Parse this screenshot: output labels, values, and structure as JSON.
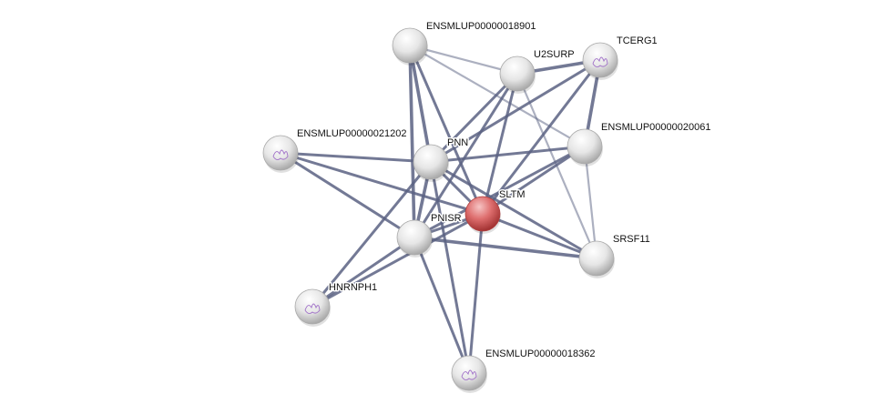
{
  "network": {
    "query_color": "#d9534f",
    "node_color": "#e8e8e8",
    "edge_color": "#5a6282",
    "nodes": [
      {
        "id": "ENSMLUP00000018901",
        "label": "ENSMLUP00000018901",
        "query": false,
        "structure": false
      },
      {
        "id": "U2SURP",
        "label": "U2SURP",
        "query": false,
        "structure": false
      },
      {
        "id": "TCERG1",
        "label": "TCERG1",
        "query": false,
        "structure": true
      },
      {
        "id": "ENSMLUP00000021202",
        "label": "ENSMLUP00000021202",
        "query": false,
        "structure": true
      },
      {
        "id": "PNN",
        "label": "PNN",
        "query": false,
        "structure": false
      },
      {
        "id": "ENSMLUP00000020061",
        "label": "ENSMLUP00000020061",
        "query": false,
        "structure": false
      },
      {
        "id": "SLTM",
        "label": "SLTM",
        "query": true,
        "structure": false
      },
      {
        "id": "PNISR",
        "label": "PNISR",
        "query": false,
        "structure": false
      },
      {
        "id": "SRSF11",
        "label": "SRSF11",
        "query": false,
        "structure": false
      },
      {
        "id": "HNRNPH1",
        "label": "HNRNPH1",
        "query": false,
        "structure": true
      },
      {
        "id": "ENSMLUP00000018362",
        "label": "ENSMLUP00000018362",
        "query": false,
        "structure": true
      }
    ],
    "edges": [
      {
        "source": "ENSMLUP00000018901",
        "target": "PNN",
        "score": 0.9
      },
      {
        "source": "ENSMLUP00000018901",
        "target": "PNISR",
        "score": 0.9
      },
      {
        "source": "ENSMLUP00000018901",
        "target": "SLTM",
        "score": 0.8
      },
      {
        "source": "ENSMLUP00000018901",
        "target": "U2SURP",
        "score": 0.5
      },
      {
        "source": "ENSMLUP00000018901",
        "target": "ENSMLUP00000020061",
        "score": 0.5
      },
      {
        "source": "U2SURP",
        "target": "TCERG1",
        "score": 0.9
      },
      {
        "source": "U2SURP",
        "target": "PNN",
        "score": 0.8
      },
      {
        "source": "U2SURP",
        "target": "PNISR",
        "score": 0.8
      },
      {
        "source": "U2SURP",
        "target": "SLTM",
        "score": 0.8
      },
      {
        "source": "U2SURP",
        "target": "SRSF11",
        "score": 0.5
      },
      {
        "source": "TCERG1",
        "target": "PNN",
        "score": 0.8
      },
      {
        "source": "TCERG1",
        "target": "SLTM",
        "score": 0.8
      },
      {
        "source": "TCERG1",
        "target": "ENSMLUP00000020061",
        "score": 0.9
      },
      {
        "source": "ENSMLUP00000021202",
        "target": "PNN",
        "score": 0.8
      },
      {
        "source": "ENSMLUP00000021202",
        "target": "SLTM",
        "score": 0.8
      },
      {
        "source": "ENSMLUP00000021202",
        "target": "PNISR",
        "score": 0.8
      },
      {
        "source": "PNN",
        "target": "ENSMLUP00000020061",
        "score": 0.8
      },
      {
        "source": "PNN",
        "target": "SLTM",
        "score": 0.8
      },
      {
        "source": "PNN",
        "target": "SRSF11",
        "score": 0.8
      },
      {
        "source": "PNN",
        "target": "PNISR",
        "score": 0.9
      },
      {
        "source": "PNN",
        "target": "HNRNPH1",
        "score": 0.8
      },
      {
        "source": "PNN",
        "target": "ENSMLUP00000018362",
        "score": 0.8
      },
      {
        "source": "ENSMLUP00000020061",
        "target": "SLTM",
        "score": 0.8
      },
      {
        "source": "ENSMLUP00000020061",
        "target": "PNISR",
        "score": 0.8
      },
      {
        "source": "ENSMLUP00000020061",
        "target": "SRSF11",
        "score": 0.5
      },
      {
        "source": "SLTM",
        "target": "PNISR",
        "score": 0.8
      },
      {
        "source": "SLTM",
        "target": "SRSF11",
        "score": 0.8
      },
      {
        "source": "SLTM",
        "target": "ENSMLUP00000018362",
        "score": 0.8
      },
      {
        "source": "SLTM",
        "target": "HNRNPH1",
        "score": 0.7
      },
      {
        "source": "PNISR",
        "target": "SRSF11",
        "score": 0.9
      },
      {
        "source": "PNISR",
        "target": "HNRNPH1",
        "score": 0.8
      },
      {
        "source": "PNISR",
        "target": "ENSMLUP00000018362",
        "score": 0.8
      }
    ]
  }
}
